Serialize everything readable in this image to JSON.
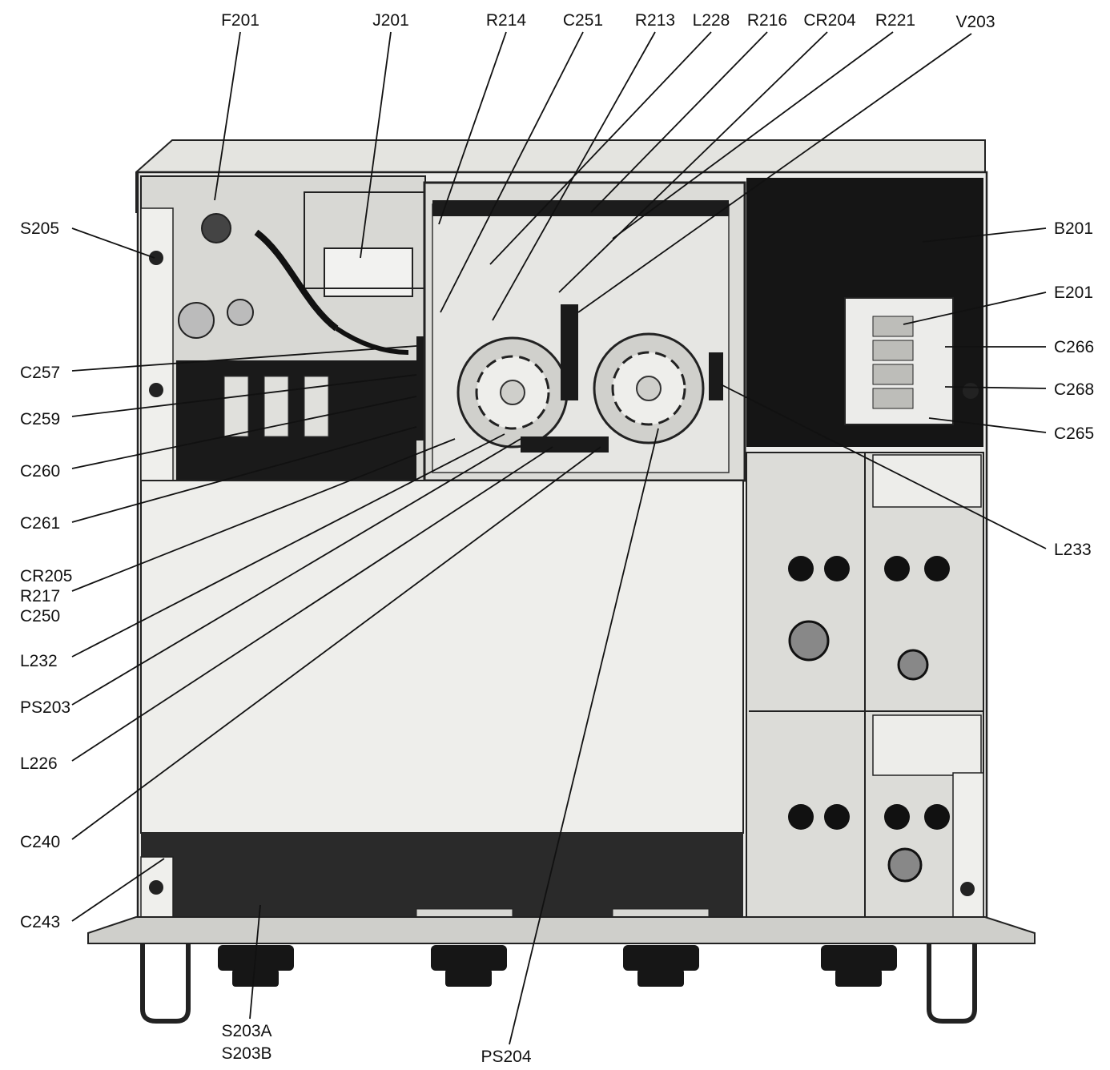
{
  "labels": {
    "F201": "F201",
    "J201": "J201",
    "R214": "R214",
    "C251": "C251",
    "R213": "R213",
    "L228": "L228",
    "R216": "R216",
    "CR204": "CR204",
    "R221": "R221",
    "V203": "V203",
    "S205": "S205",
    "B201": "B201",
    "E201": "E201",
    "C266": "C266",
    "C268": "C268",
    "C265": "C265",
    "L233": "L233",
    "C257": "C257",
    "C259": "C259",
    "C260": "C260",
    "C261": "C261",
    "CR205": "CR205",
    "R217": "R217",
    "C250": "C250",
    "L232": "L232",
    "PS203": "PS203",
    "L226": "L226",
    "C240": "C240",
    "C243": "C243",
    "S203A": "S203A",
    "S203B": "S203B",
    "PS204": "PS204"
  },
  "colors": {
    "chassis_dark": "#151515",
    "chassis_light": "#e9e9e6",
    "metal_mid": "#9a9a96",
    "ink": "#111111"
  }
}
